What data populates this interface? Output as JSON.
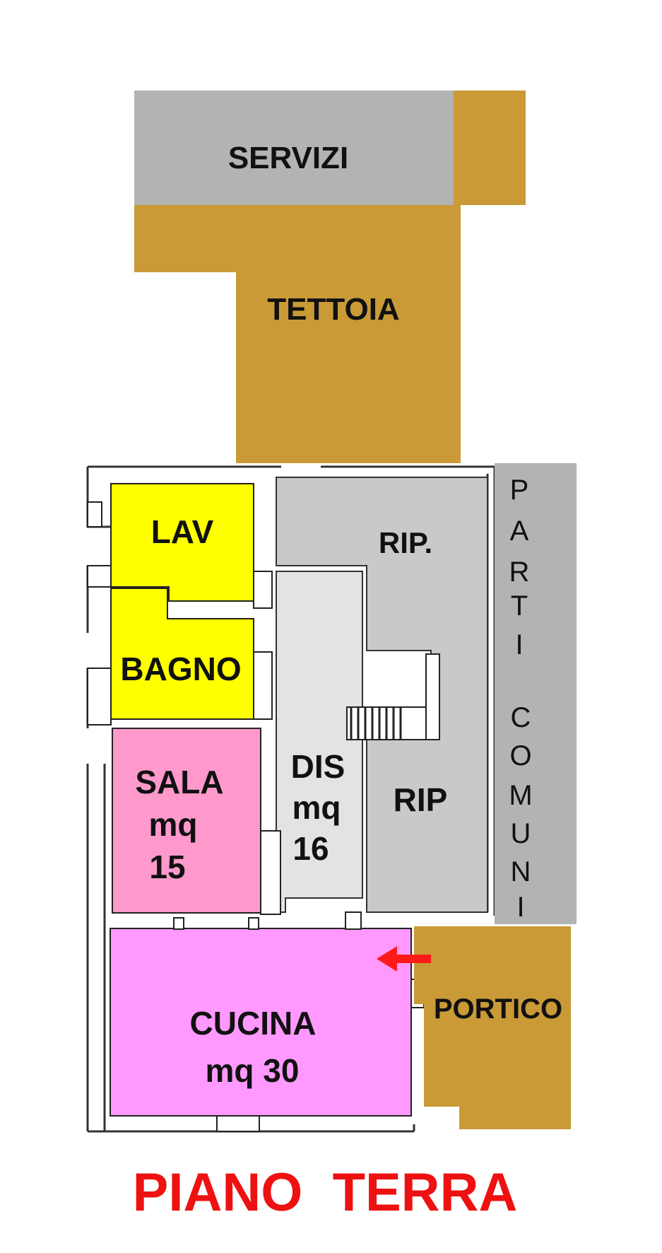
{
  "title": "PIANO  TERRA",
  "rooms": {
    "servizi": {
      "name": "SERVIZI",
      "color": "#b3b3b3"
    },
    "tettoia": {
      "name": "TETTOIA",
      "color": "#c99a36"
    },
    "lav": {
      "name": "LAV",
      "color": "#ffff00"
    },
    "bagno": {
      "name": "BAGNO",
      "color": "#ffff00"
    },
    "rip_top": {
      "name": "RIP.",
      "color": "#c9c9c9"
    },
    "rip": {
      "name": "RIP",
      "color": "#c9c9c9"
    },
    "dis": {
      "name": "DIS",
      "area_line": "mq",
      "area_value": "16",
      "color": "#e3e3e3"
    },
    "sala": {
      "name": "SALA",
      "area_line": "mq",
      "area_value": "15",
      "color": "#ff99cc"
    },
    "cucina": {
      "name": "CUCINA",
      "area_line": "mq 30",
      "color": "#ff99ff"
    },
    "portico": {
      "name": "PORTICO",
      "color": "#c99a36"
    },
    "parti_comuni": {
      "name": "PARTI COMUNI",
      "letters": [
        "P",
        "A",
        "R",
        "T",
        "I",
        "C",
        "O",
        "M",
        "U",
        "N",
        "I"
      ],
      "color": "#b3b3b3"
    }
  },
  "entrance_arrow": {
    "icon": "red-arrow-left-icon",
    "color": "#ff1a1a"
  },
  "title_color": "#ee1111"
}
